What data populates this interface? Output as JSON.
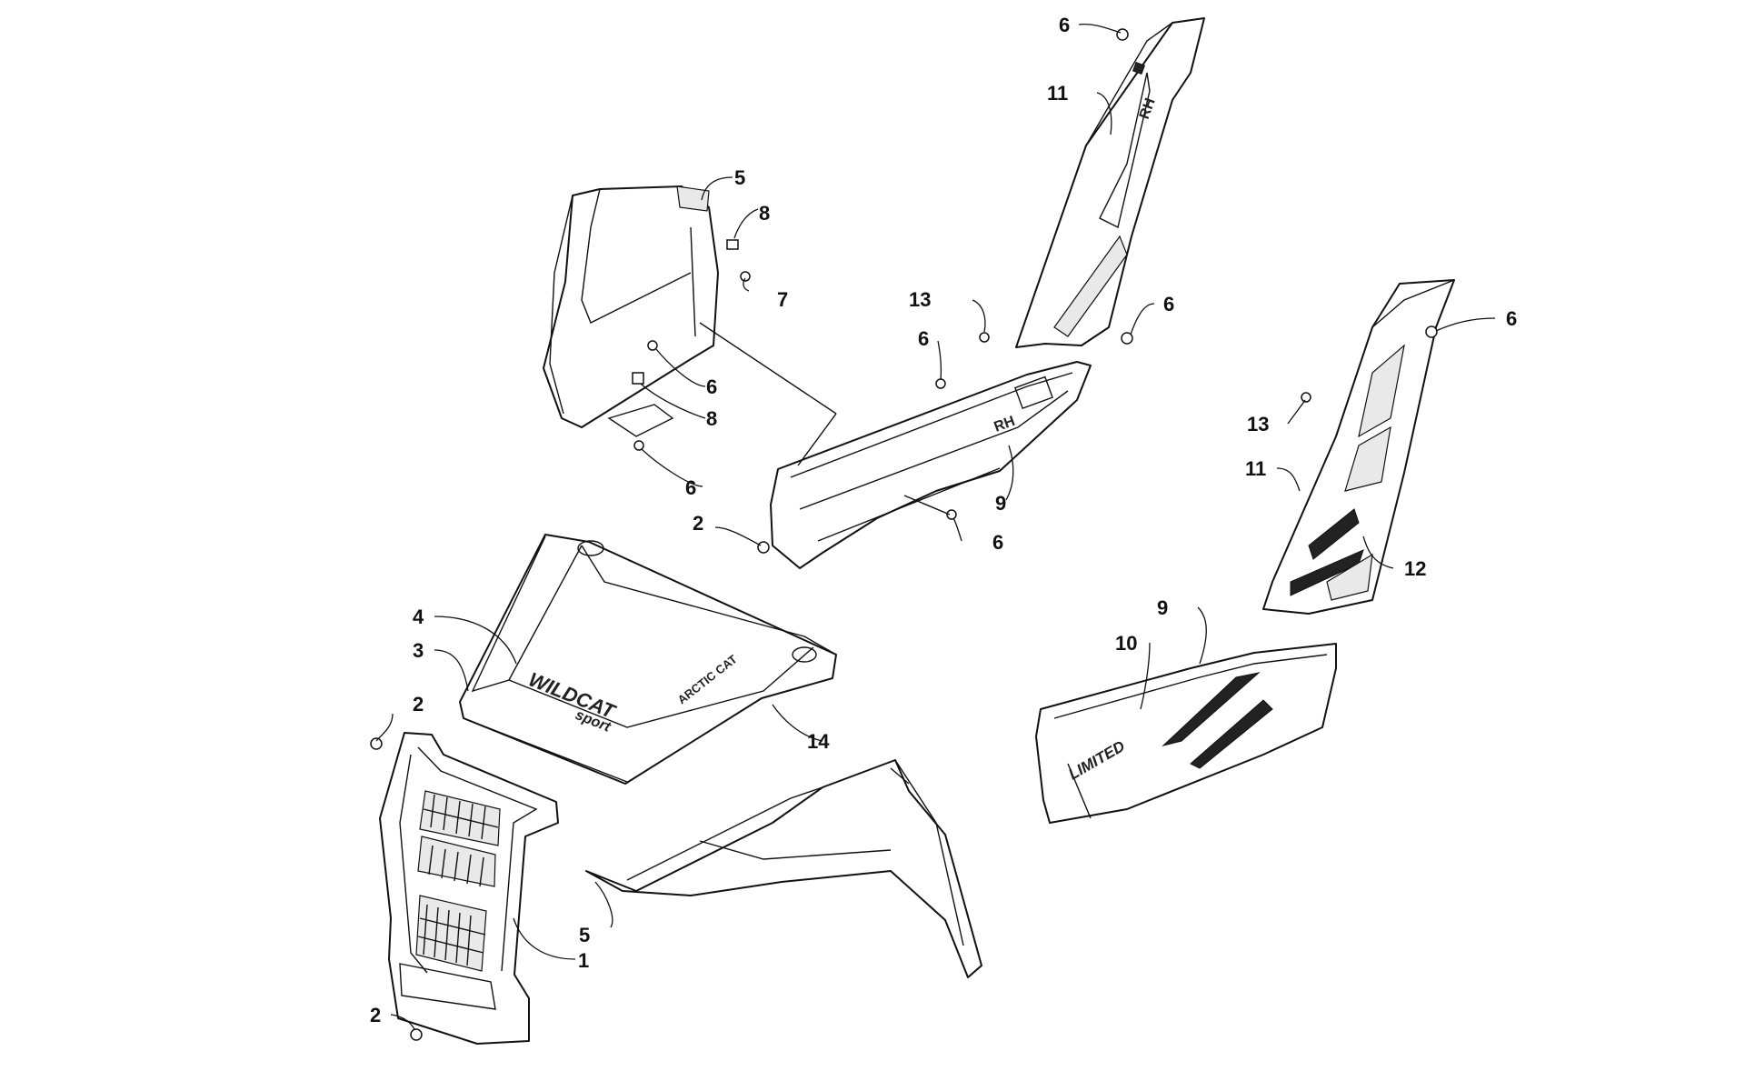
{
  "callouts": [
    {
      "id": "c1",
      "label": "1"
    },
    {
      "id": "c2a",
      "label": "2"
    },
    {
      "id": "c2b",
      "label": "2"
    },
    {
      "id": "c2c",
      "label": "2"
    },
    {
      "id": "c3",
      "label": "3"
    },
    {
      "id": "c4",
      "label": "4"
    },
    {
      "id": "c5a",
      "label": "5"
    },
    {
      "id": "c5b",
      "label": "5"
    },
    {
      "id": "c6a",
      "label": "6"
    },
    {
      "id": "c6b",
      "label": "6"
    },
    {
      "id": "c6c",
      "label": "6"
    },
    {
      "id": "c6d",
      "label": "6"
    },
    {
      "id": "c6e",
      "label": "6"
    },
    {
      "id": "c6f",
      "label": "6"
    },
    {
      "id": "c6g",
      "label": "6"
    },
    {
      "id": "c7",
      "label": "7"
    },
    {
      "id": "c8a",
      "label": "8"
    },
    {
      "id": "c8b",
      "label": "8"
    },
    {
      "id": "c9a",
      "label": "9"
    },
    {
      "id": "c9b",
      "label": "9"
    },
    {
      "id": "c10",
      "label": "10"
    },
    {
      "id": "c11a",
      "label": "11"
    },
    {
      "id": "c11b",
      "label": "11"
    },
    {
      "id": "c12",
      "label": "12"
    },
    {
      "id": "c13a",
      "label": "13"
    },
    {
      "id": "c13b",
      "label": "13"
    },
    {
      "id": "c14",
      "label": "14"
    }
  ],
  "decals": {
    "hood_logo_main": "WILDCAT",
    "hood_logo_sub": "sport",
    "hood_brand": "ARCTIC CAT",
    "door_panel_text": "LIMITED",
    "rh_mark_upper": "RH",
    "rh_mark_lower": "RH"
  }
}
